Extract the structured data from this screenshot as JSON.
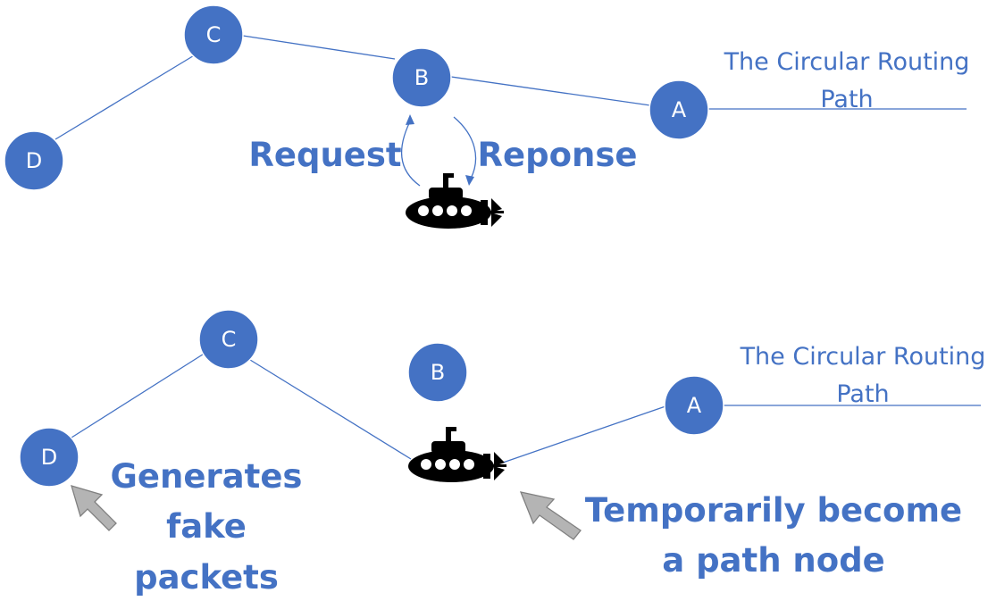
{
  "top_scene": {
    "nodes": {
      "C": "C",
      "B": "B",
      "A": "A",
      "D": "D"
    },
    "path_label": {
      "line1": "The Circular Routing",
      "line2": "Path"
    },
    "request_label": "Request",
    "response_label": "Reponse"
  },
  "bottom_scene": {
    "nodes": {
      "C": "C",
      "B": "B",
      "A": "A",
      "D": "D"
    },
    "path_label": {
      "line1": "The Circular Routing",
      "line2": "Path"
    },
    "fake_packets_label": {
      "line1": "Generates",
      "line2": "fake",
      "line3": "packets"
    },
    "path_node_label": {
      "line1": "Temporarily become",
      "line2": "a path node"
    }
  },
  "colors": {
    "node": "#4472c4",
    "text": "#4472c4",
    "arrow_fill": "#b4b4b4",
    "submarine": "#000000"
  },
  "icons": {
    "submarine": "submarine-icon",
    "pointer_arrow": "grey-arrow-icon"
  }
}
